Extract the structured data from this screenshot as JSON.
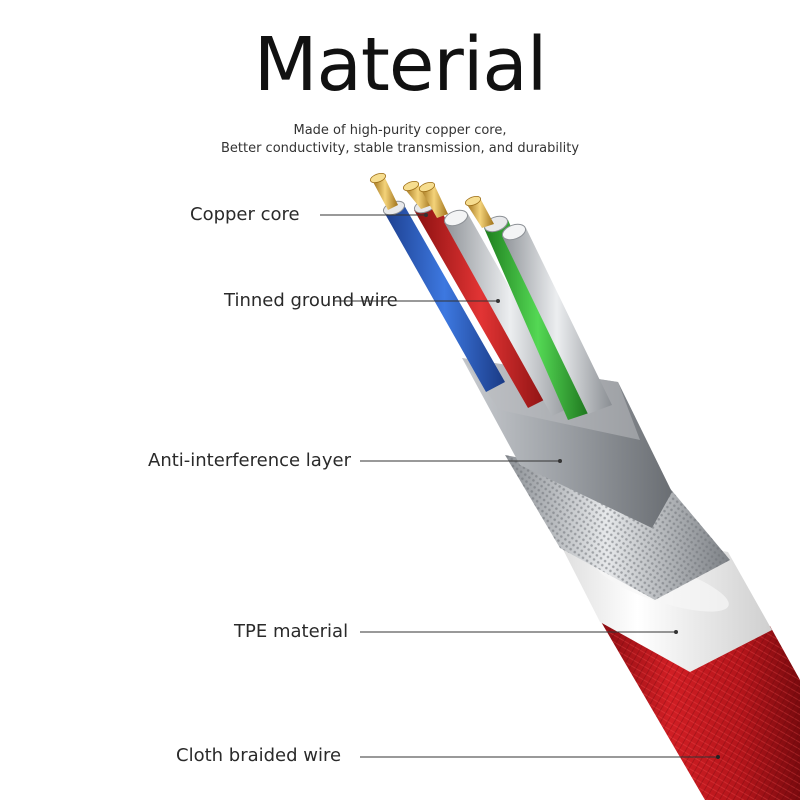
{
  "title": "Material",
  "subtitle": {
    "line1": "Made of high-purity copper core,",
    "line2": "Better conductivity, stable transmission, and durability"
  },
  "labels": {
    "copper_core": "Copper core",
    "tinned_ground_wire": "Tinned ground wire",
    "anti_interference_layer": "Anti-interference layer",
    "tpe_material": "TPE material",
    "cloth_braided_wire": "Cloth braided wire"
  },
  "colors": {
    "braid": "#c0161c",
    "shield": "#a9adb2",
    "tpe": "#f2f2f2",
    "wire_blue": "#2f63c8",
    "wire_red": "#d42a2a",
    "wire_green": "#3cc23c",
    "wire_silver": "#cfd2d6",
    "copper": "#e3b84a"
  }
}
